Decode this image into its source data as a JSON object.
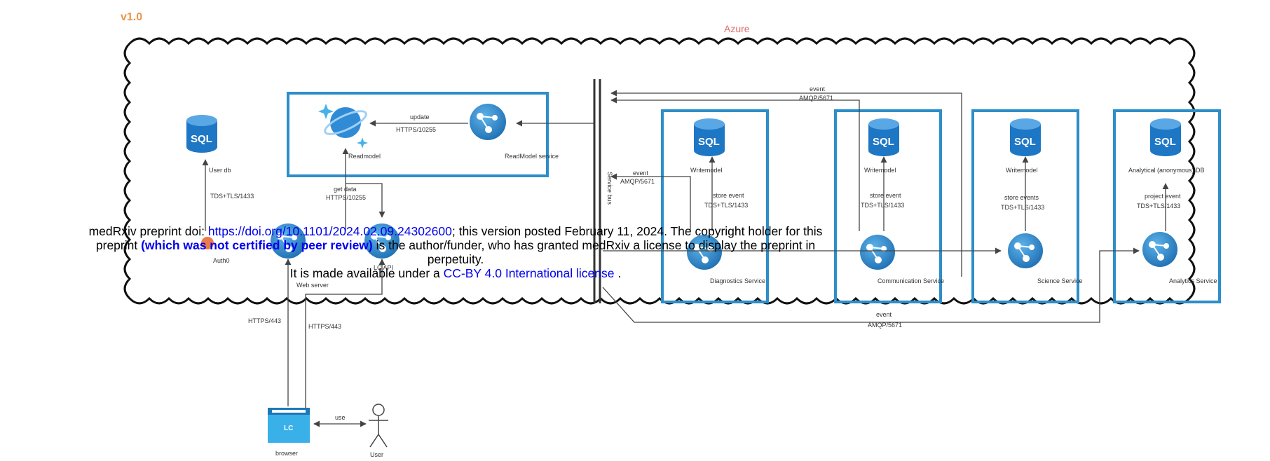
{
  "version": "v1.0",
  "cloud_label": "Azure",
  "readmodel_group": {
    "db_label": "Readmodel",
    "service_label": "ReadModel service",
    "update_label": "update",
    "update_proto": "HTTPS/10255"
  },
  "user_db": {
    "label": "User db",
    "proto": "TDS+TLS/1433"
  },
  "get_data": {
    "label": "get data",
    "proto": "HTTPS/10255"
  },
  "auth": {
    "label": "Auth0"
  },
  "lc_api": {
    "label": "LC API"
  },
  "web_server": {
    "label": "Web server"
  },
  "service_bus": {
    "label": "Service bus"
  },
  "services": [
    {
      "name": "Diagnostics Service",
      "db": "Writemodel",
      "arrow_label": "store event",
      "proto": "TDS+TLS/1433"
    },
    {
      "name": "Communication Service",
      "db": "Writemodel",
      "arrow_label": "store event",
      "proto": "TDS+TLS/1433"
    },
    {
      "name": "Science Service",
      "db": "Writemodel",
      "arrow_label": "store events",
      "proto": "TDS+TLS/1433"
    },
    {
      "name": "Analytics Service",
      "db": "Analytical (anonymous) DB",
      "arrow_label": "project event",
      "proto": "TDS+TLS/1433"
    }
  ],
  "events": [
    {
      "label": "event",
      "proto": "AMQP/5671"
    },
    {
      "label": "event",
      "proto": "AMQP/5671"
    },
    {
      "label": "event",
      "proto": "AMQP/5671"
    }
  ],
  "sql_text": "SQL",
  "https_left": "HTTPS/443",
  "https_right": "HTTPS/443",
  "browser": {
    "inner": "LC",
    "label": "browser"
  },
  "user": {
    "label": "User"
  },
  "use_label": "use",
  "notice": {
    "line1_prefix": "medRxiv preprint doi: ",
    "doi_link": "https://doi.org/10.1101/2024.02.09.24302600",
    "line1_suffix": "; this version posted February 11, 2024. The copyright holder for this",
    "line2_prefix": "preprint ",
    "line2_bold": "(which was not certified by peer review)",
    "line2_suffix": " is the author/funder, who has granted medRxiv a license to display the preprint in",
    "line3": "perpetuity.",
    "line4_prefix": "It is made available under a ",
    "license_link": "CC-BY 4.0 International license",
    "line4_suffix": " ."
  }
}
